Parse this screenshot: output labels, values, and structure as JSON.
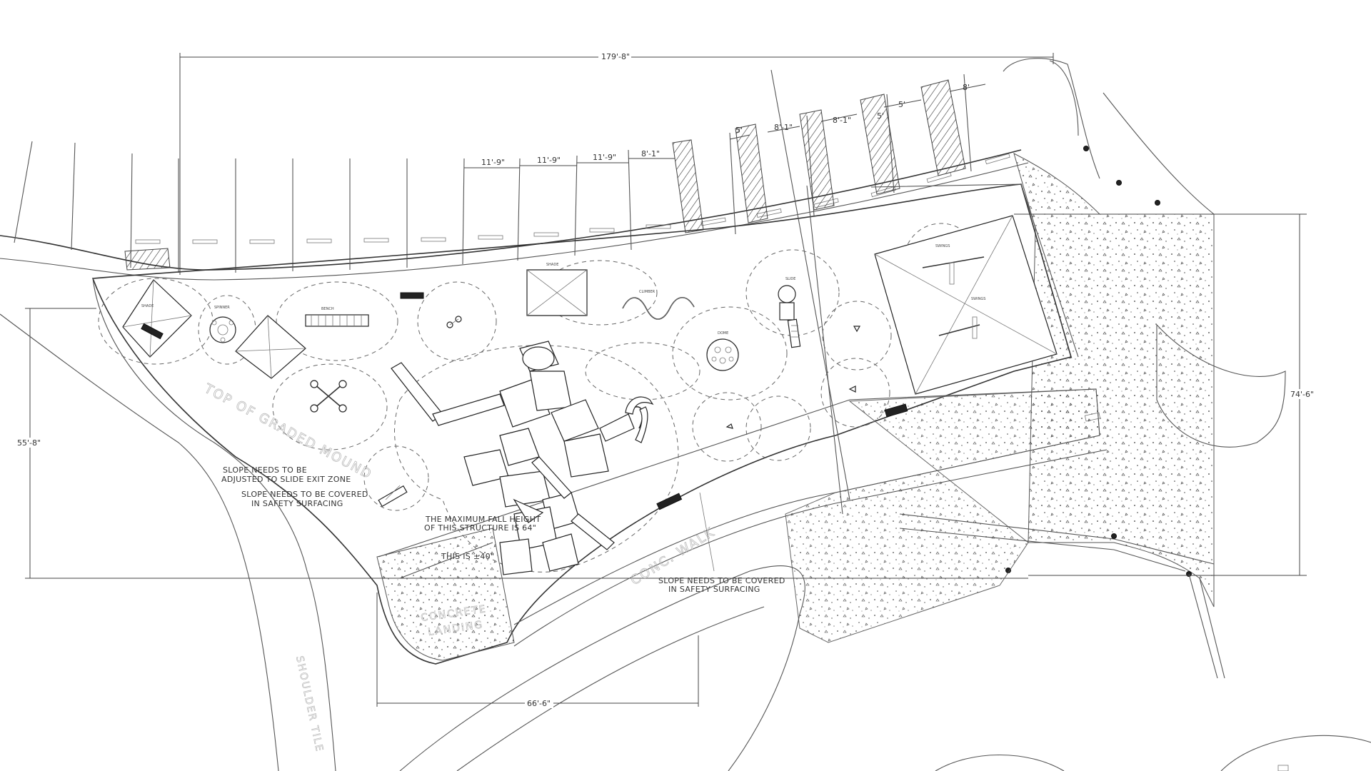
{
  "dimensions": {
    "overall_width": "179'-8\"",
    "left_height": "55'-8\"",
    "right_height": "74'-6\"",
    "bottom_width": "66'-6\"",
    "bay_1": "11'-9\"",
    "bay_2": "11'-9\"",
    "bay_3": "11'-9\"",
    "bay_4": "8'-1\"",
    "bay_5": "5'",
    "bay_6": "8'-1\"",
    "bay_7": "5'",
    "bay_8": "8'-1\"",
    "bay_9": "5'",
    "bay_10": "8'"
  },
  "notes": {
    "slope_exit_zone_1": "SLOPE NEEDS TO BE",
    "slope_exit_zone_2": "ADJUSTED TO SLIDE EXIT ZONE",
    "slope_cover_left_1": "SLOPE NEEDS TO BE COVERED",
    "slope_cover_left_2": "IN SAFETY SURFACING",
    "slope_cover_right_1": "SLOPE NEEDS TO BE COVERED",
    "slope_cover_right_2": "IN SAFETY SURFACING",
    "fall_height_1": "THE MAXIMUM FALL HEIGHT",
    "fall_height_2": "OF THIS STRUCTURE IS 64\"",
    "this_is": "THIS IS ±40\""
  },
  "ghost_labels": {
    "graded_mound": "TOP OF GRADED MOUND",
    "conc_walk": "CONC. WALK",
    "concrete_landing_1": "CONCRETE",
    "concrete_landing_2": "LANDING",
    "shoulder": "SHOULDER TILE"
  },
  "colors": {
    "linework": "#555555",
    "background": "#ffffff"
  }
}
